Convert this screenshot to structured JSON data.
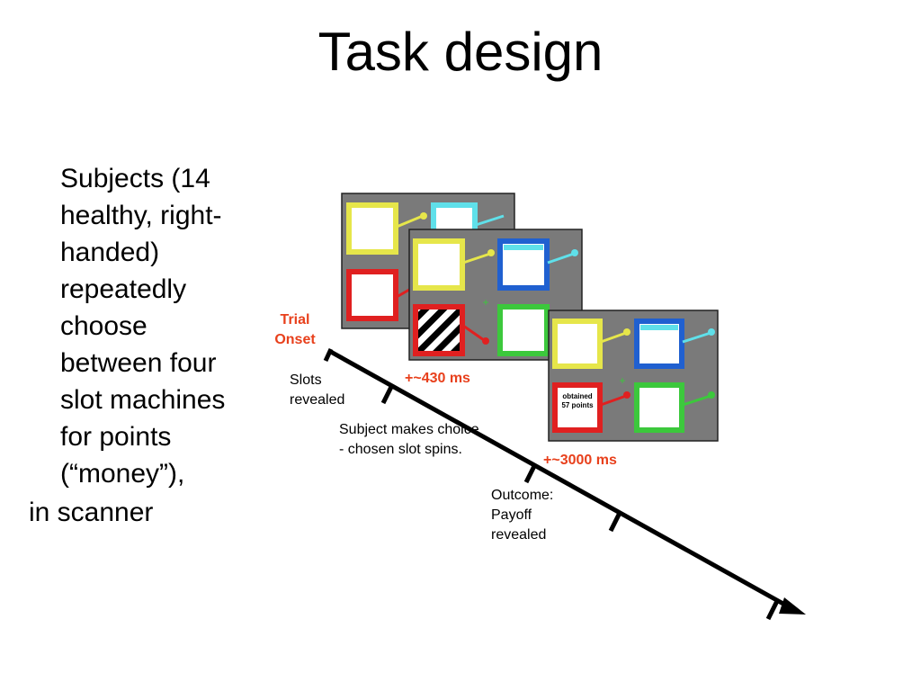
{
  "title": "Task design",
  "body": {
    "bullet": "",
    "paragraph1_lines": [
      "Subjects (14",
      "healthy, right-",
      "handed)",
      "repeatedly",
      "choose",
      "between four",
      "slot machines",
      "for points",
      "(“money”),"
    ],
    "paragraph2": "in scanner"
  },
  "diagram": {
    "trial_onset": "Trial Onset",
    "slots_revealed": "Slots revealed",
    "subject_choice": "Subject makes choice - chosen slot spins.",
    "outcome": "Outcome: Payoff revealed",
    "delay_1": "+~430 ms",
    "delay_2": "+~3000 ms",
    "payoff_box": "obtained 57 points",
    "colors": {
      "accent_red": "#e8401c",
      "panel_gray": "#7a7a7a",
      "slot_yellow": "#e6e64a",
      "slot_cyan": "#5fe0ea",
      "slot_red": "#e02020",
      "slot_green": "#3cc83c",
      "slot_blue": "#2060d0"
    }
  }
}
